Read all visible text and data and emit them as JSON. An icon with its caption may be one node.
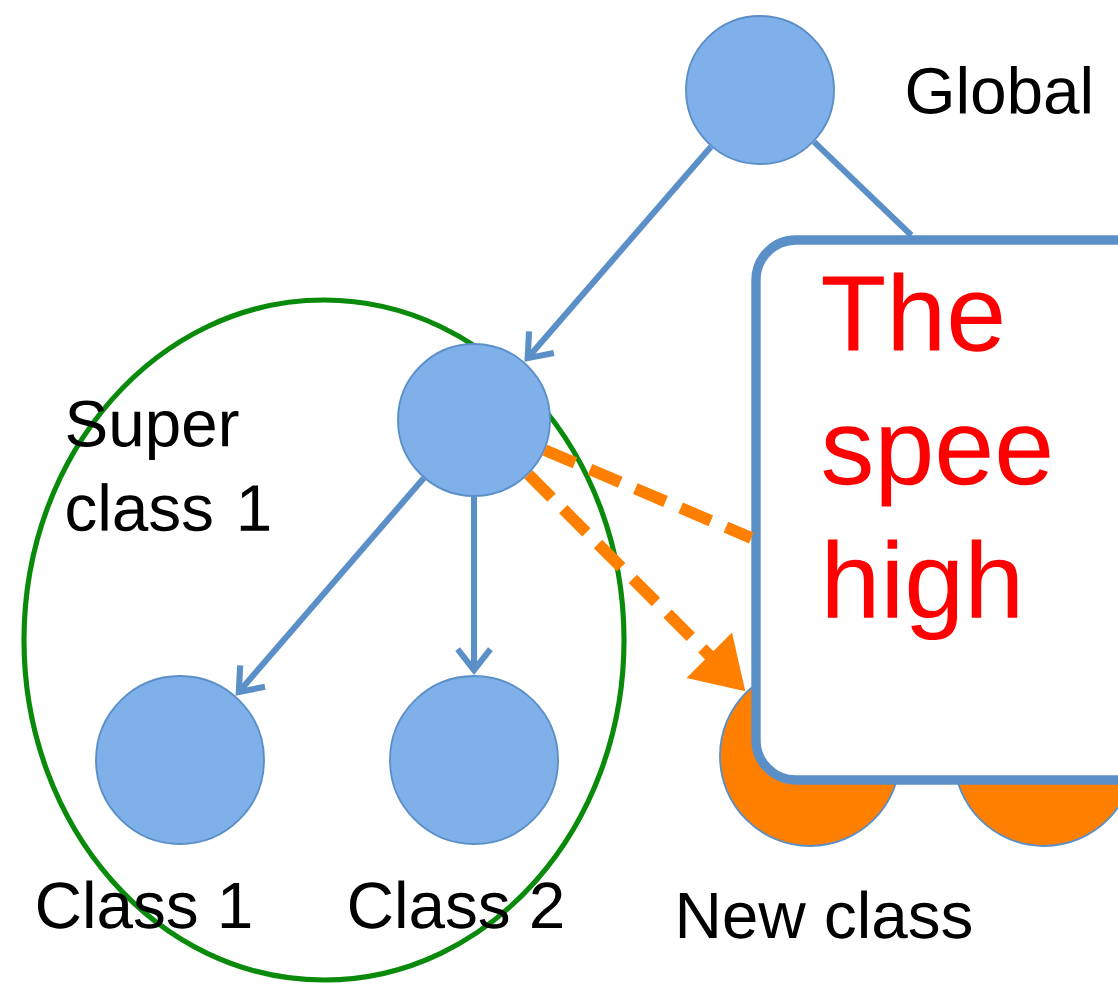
{
  "diagram": {
    "nodes": [
      {
        "text": [
          "Global"
        ]
      },
      {
        "text": [],
        "shape": "ellipse"
      },
      {
        "text": [
          "Super class 1"
        ],
        "in": 1
      },
      {
        "text": [
          "Class 1"
        ],
        "in": 1
      },
      {
        "text": [
          "Class 2"
        ],
        "in": 1
      },
      {
        "text": [
          "New class"
        ]
      },
      {
        "text": [],
        "shape": "circle"
      },
      {
        "text": [
          "The spee high"
        ]
      }
    ],
    "edges": [
      {
        "from": 0,
        "to": 2,
        "arrow": "to"
      },
      {
        "from": 0,
        "to": 7,
        "arrow": "none"
      },
      {
        "from": 2,
        "to": 3,
        "arrow": "to"
      },
      {
        "from": 2,
        "to": 4,
        "arrow": "to"
      },
      {
        "from": 2,
        "to": 5,
        "arrow": "to",
        "style": "dashed",
        "color": "#ff7f00"
      },
      {
        "from": 2,
        "to": 7,
        "arrow": "none",
        "style": "dashed",
        "color": "#ff7f00"
      }
    ]
  }
}
